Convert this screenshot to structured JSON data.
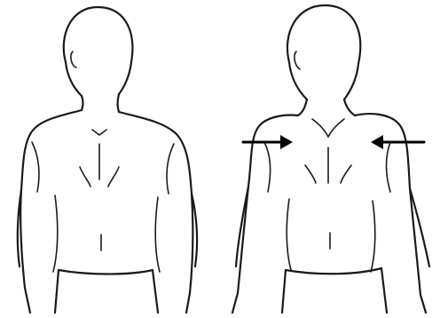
{
  "figure": {
    "panels": [
      {
        "id": "left",
        "view": "posterior",
        "arrows": 0
      },
      {
        "id": "right",
        "view": "posterior",
        "arrows": 2
      }
    ],
    "colors": {
      "line": "#1a1a1a",
      "arrow": "#000000",
      "background": "#ffffff"
    }
  }
}
